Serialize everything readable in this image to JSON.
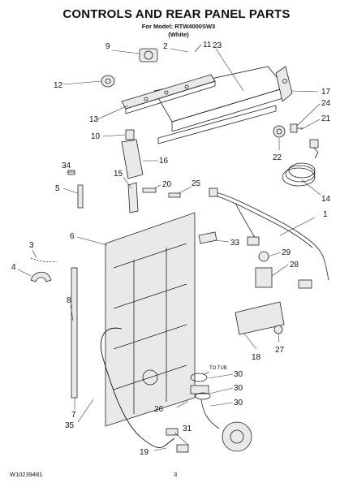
{
  "header": {
    "title": "CONTROLS AND REAR PANEL PARTS",
    "model_line": "For Model: RTW4000SW3",
    "color_line": "(White)"
  },
  "footer": {
    "doc_number": "W10239481",
    "page_number": "3"
  },
  "annotations": {
    "to_tub": "TO TUB"
  },
  "callouts": [
    "1",
    "2",
    "3",
    "4",
    "5",
    "6",
    "7",
    "8",
    "9",
    "10",
    "11",
    "12",
    "13",
    "14",
    "15",
    "16",
    "17",
    "18",
    "19",
    "20",
    "21",
    "22",
    "23",
    "24",
    "25",
    "26",
    "27",
    "28",
    "29",
    "30",
    "30",
    "30",
    "31",
    "33",
    "34",
    "35"
  ]
}
